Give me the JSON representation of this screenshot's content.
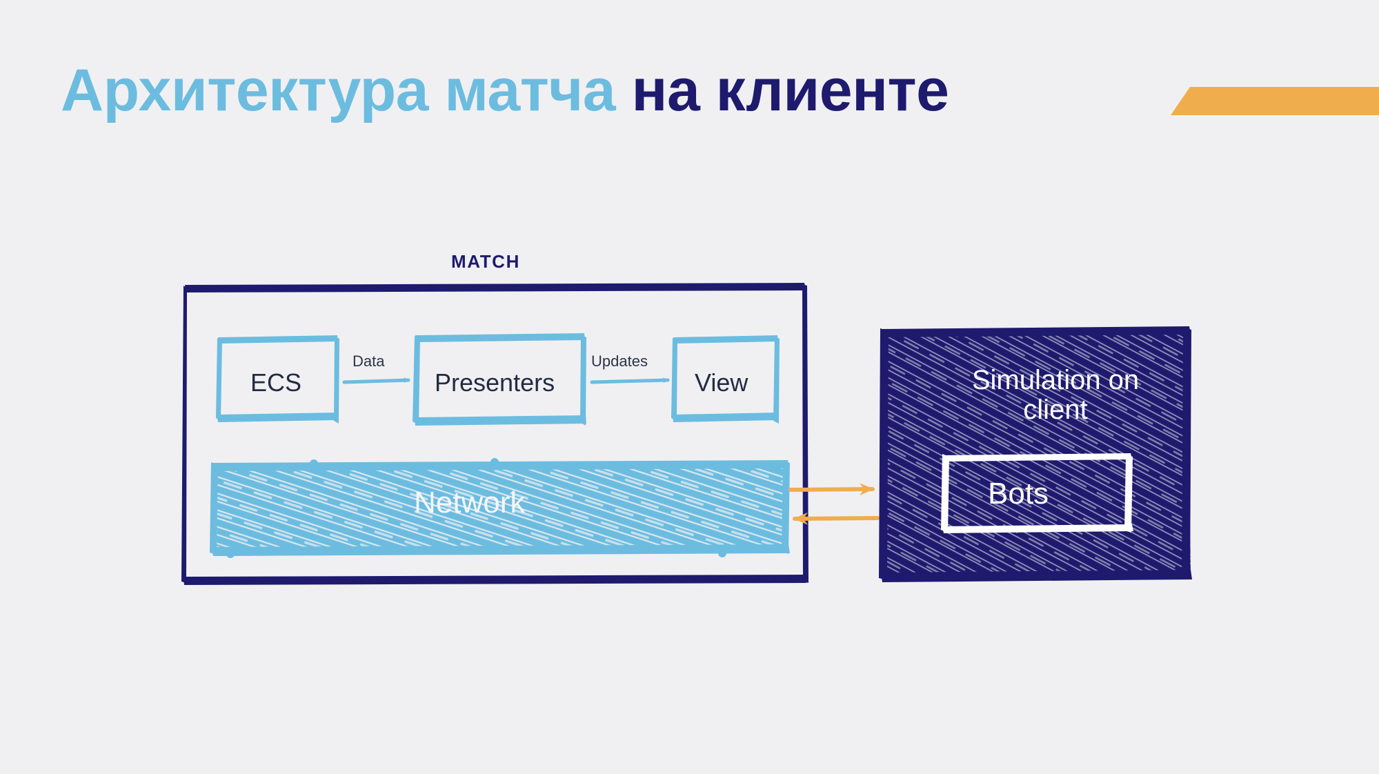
{
  "slide": {
    "background_color": "#f0f0f2",
    "title": {
      "primary_text": "Архитектура матча",
      "primary_color": "#6cbce0",
      "accent_text": "на клиенте",
      "accent_color": "#1e1a6e"
    },
    "accent_bar": {
      "color": "#f0ad4e",
      "shape": "parallelogram"
    }
  },
  "diagram": {
    "match_container": {
      "title": "MATCH",
      "border_color": "#1e1a6e",
      "style": "hand-drawn"
    },
    "nodes": [
      {
        "id": "ecs",
        "label": "ECS",
        "fill": "none",
        "border_color": "#6cbce0",
        "text_color": "#222b42"
      },
      {
        "id": "presenters",
        "label": "Presenters",
        "fill": "none",
        "border_color": "#6cbce0",
        "text_color": "#222b42"
      },
      {
        "id": "view",
        "label": "View",
        "fill": "none",
        "border_color": "#6cbce0",
        "text_color": "#222b42"
      },
      {
        "id": "network",
        "label": "Network",
        "fill": "#6cbce0",
        "border_color": "#6cbce0",
        "text_color": "#f4f6f8"
      },
      {
        "id": "simulation",
        "label": "Simulation on client",
        "fill": "#1e1a6e",
        "border_color": "#1e1a6e",
        "text_color": "#ffffff"
      },
      {
        "id": "bots",
        "label": "Bots",
        "fill": "#1e1a6e",
        "border_color": "#ffffff",
        "text_color": "#ffffff"
      }
    ],
    "edges": [
      {
        "id": "ecs-to-presenters",
        "label": "Data",
        "color": "#6cbce0",
        "direction": "right"
      },
      {
        "id": "presenters-to-view",
        "label": "Updates",
        "color": "#6cbce0",
        "direction": "right"
      },
      {
        "id": "network-to-simulation",
        "label": "",
        "color": "#f0ad4e",
        "direction": "right"
      },
      {
        "id": "simulation-to-network",
        "label": "",
        "color": "#f0ad4e",
        "direction": "left"
      }
    ]
  }
}
